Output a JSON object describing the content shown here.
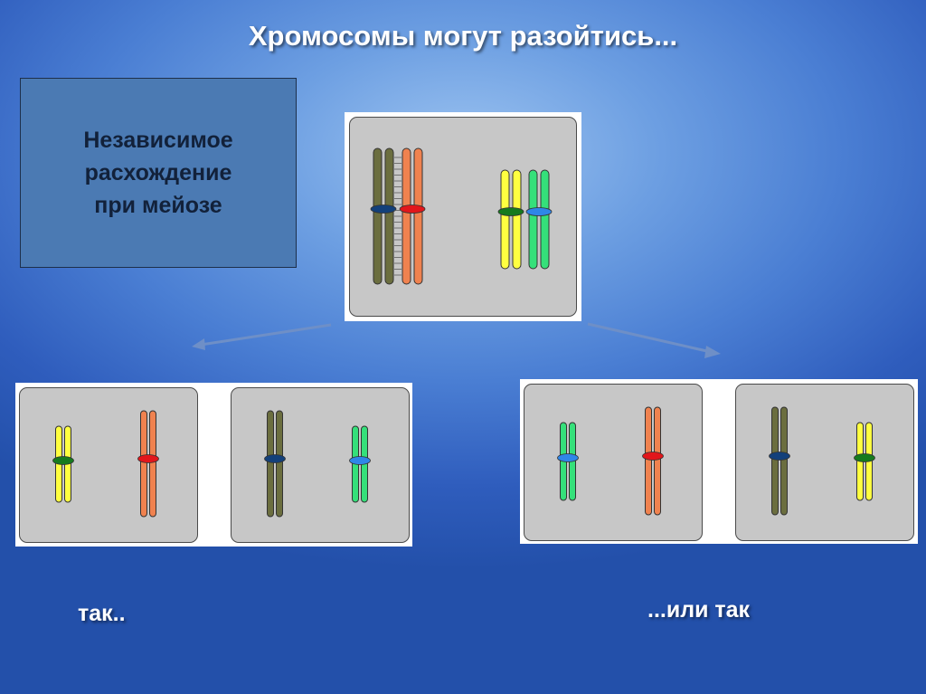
{
  "title": "Хромосомы могут разойтись...",
  "label_box": {
    "text": "Независимое\nрасхождение\nпри мейозе"
  },
  "captions": {
    "left": "так..",
    "right": "...или так"
  },
  "colors": {
    "olive": "#6b6e3f",
    "orange": "#f0824f",
    "yellow": "#ffff40",
    "green": "#35e07a",
    "centromere_navy": "#13407a",
    "centromere_red": "#e2161b",
    "centromere_darkgreen": "#157a1e",
    "centromere_blue": "#2f86e8",
    "panel_bg": "#c7c7c7",
    "arrow": "#6e8fc7"
  },
  "diagram": {
    "parent_cell": [
      "olive",
      "orange",
      "yellow",
      "green"
    ],
    "outcome_1": [
      [
        "yellow",
        "orange"
      ],
      [
        "olive",
        "green"
      ]
    ],
    "outcome_2": [
      [
        "green",
        "orange"
      ],
      [
        "olive",
        "yellow"
      ]
    ]
  }
}
